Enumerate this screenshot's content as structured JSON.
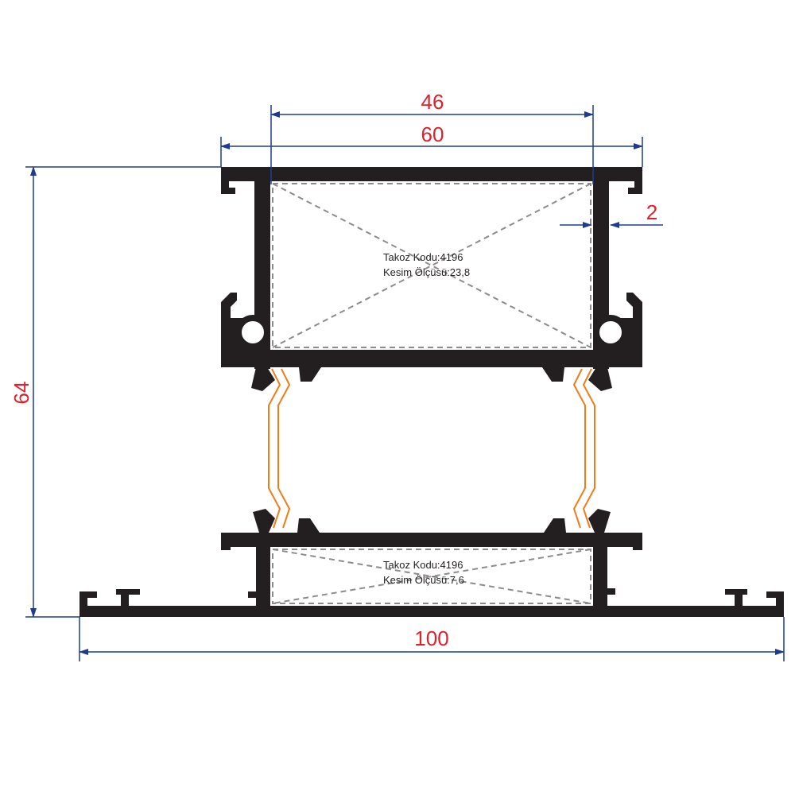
{
  "colors": {
    "dimension_line": "#1f3b8f",
    "dimension_text": "#e0202b",
    "profile": "#231f20",
    "thermal_break": "#ef7d1a",
    "hidden_line": "#8c8c8c",
    "note_text": "#231f20"
  },
  "dimensions": {
    "inner_width": "46",
    "outer_width": "60",
    "wall_thickness": "2",
    "total_height": "64",
    "base_width": "100"
  },
  "upper_chamber": {
    "code_label": "Takoz Kodu:4196",
    "cut_label": "Kesim Ölçüsü:23,8"
  },
  "lower_chamber": {
    "code_label": "Takoz Kodu:4196",
    "cut_label": "Kesim Ölçüsü:7,6"
  }
}
